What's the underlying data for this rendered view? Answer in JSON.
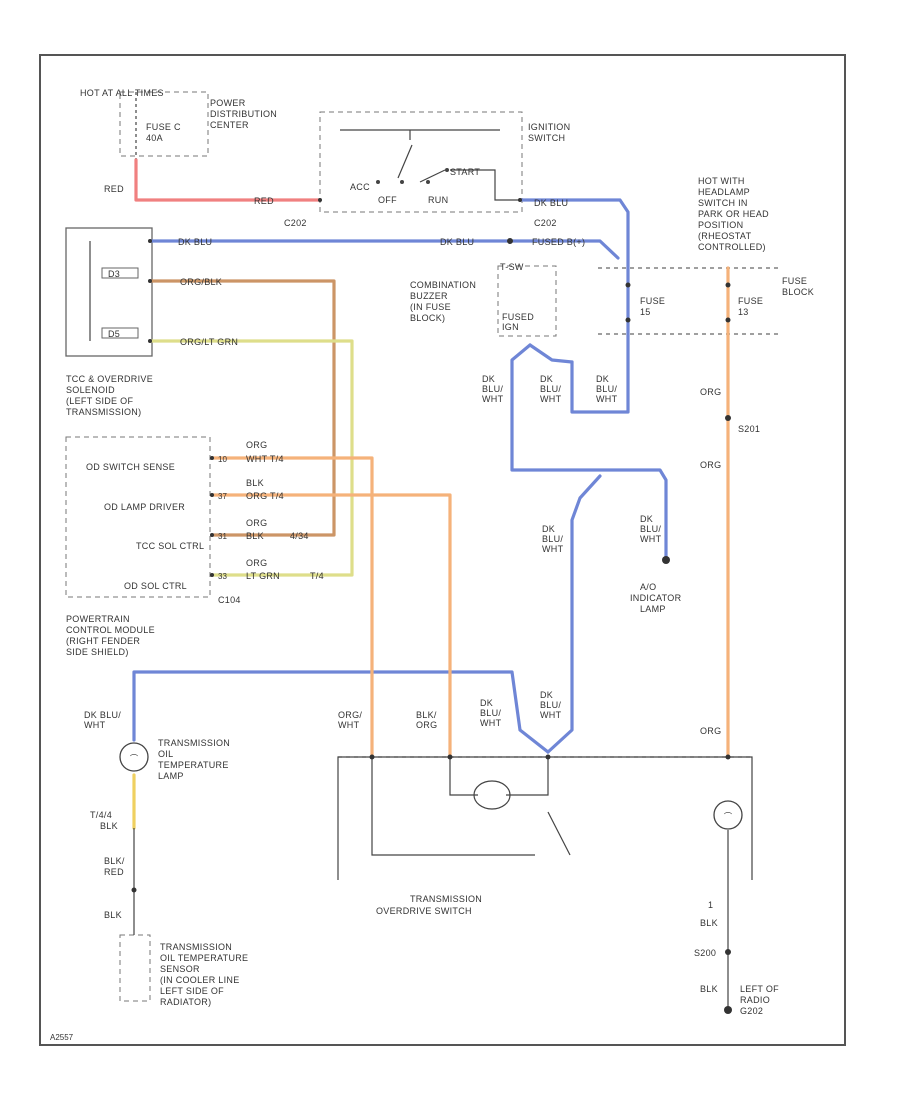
{
  "colors": {
    "red": "#f08080",
    "blue": "#6f86d6",
    "orange": "#f5b27a",
    "orange_dark": "#cc9566",
    "yellow_green": "#dede8a",
    "yellow": "#efd060"
  },
  "labels": {
    "hot_power": "HOT AT ALL TIMES",
    "power_dist": "POWER\nDISTRIBUTION\nCENTER",
    "fuse_c": "FUSE C\n40A",
    "ignition_switch": "IGNITION\nSWITCH",
    "acc": "ACC",
    "off": "OFF",
    "run": "RUN",
    "start": "START",
    "red1": "RED",
    "red2": "RED",
    "c202a": "C202",
    "c202b": "C202",
    "dkblu_top": "DK BLU",
    "hot_headlamp": "HOT WITH\nHEADLAMP\nSWITCH IN\nPARK OR HEAD\nPOSITION\n(RHEOSTAT\nCONTROLLED)",
    "fuse_block": "FUSE\nBLOCK",
    "dkblu_a": "DK BLU",
    "dkblu_b": "DK BLU",
    "fused_b": "FUSED B(+)",
    "combo_buzzer": "COMBINATION\nBUZZER\n(IN FUSE\nBLOCK)",
    "fused_ign": "FUSED\nIGN",
    "t_sw": "T-SW",
    "fuse15": "FUSE\n15",
    "fuse13": "FUSE\n13",
    "orgblk": "ORG/BLK",
    "orglt_grn": "ORG/LT GRN",
    "d3": "D3",
    "d5": "D5",
    "tcc_label": "TCC & OVERDRIVE\nSOLENOID\n(LEFT SIDE OF\nTRANSMISSION)",
    "dkblu_wht1": "DK\nBLU/\nWHT",
    "dkblu_wht2": "DK\nBLU/\nWHT",
    "dkblu_wht3": "DK\nBLU/\nWHT",
    "org_right1": "ORG",
    "s201": "S201",
    "org_right2": "ORG",
    "pcm_od_switch": "OD SWITCH SENSE",
    "pcm_od_lamp": "OD LAMP DRIVER",
    "pcm_tcc": "TCC SOL CTRL",
    "pcm_od_sol": "OD SOL CTRL",
    "pin1": "10",
    "pin2": "37",
    "pin3": "31",
    "pin4": "33",
    "w1a": "ORG",
    "w1b": "WHT T/4",
    "w2a": "BLK",
    "w2b": "ORG T/4",
    "w3a": "ORG",
    "w3b": "BLK",
    "w3c": "4/34",
    "w4a": "ORG",
    "w4b": "LT GRN",
    "w4c": "T/4",
    "c104": "C104",
    "dkblu_wht4": "DK\nBLU/\nWHT",
    "dkblu_wht5": "DK\nBLU/\nWHT",
    "ao_lamp": "A/O\nINDICATOR\nLAMP",
    "pcm_label": "POWERTRAIN\nCONTROL MODULE\n(RIGHT FENDER\nSIDE SHIELD)",
    "dkblu_wht6": "DK BLU/\nWHT",
    "oil_temp_lamp": "TRANSMISSION\nOIL\nTEMPERATURE\nLAMP",
    "org_wht": "ORG/\nWHT",
    "blk_org": "BLK/\nORG",
    "dkblu_wht7": "DK\nBLU/\nWHT",
    "dkblu_wht8": "DK\nBLU/\nWHT",
    "org3": "ORG",
    "t_bla": "T/4/4\nBLK",
    "blk_red": "BLK/\nRED",
    "blk1": "BLK",
    "od_switch": "TRANSMISSION\nOVERDRIVE SWITCH",
    "one": "1",
    "blk2": "BLK",
    "s200": "S200",
    "blk3": "BLK",
    "oil_sensor": "TRANSMISSION\nOIL TEMPERATURE\nSENSOR\n(IN COOLER LINE\nLEFT SIDE OF\nRADIATOR)",
    "left_radio": "LEFT OF\nRADIO\nG202",
    "code": "A2557"
  }
}
